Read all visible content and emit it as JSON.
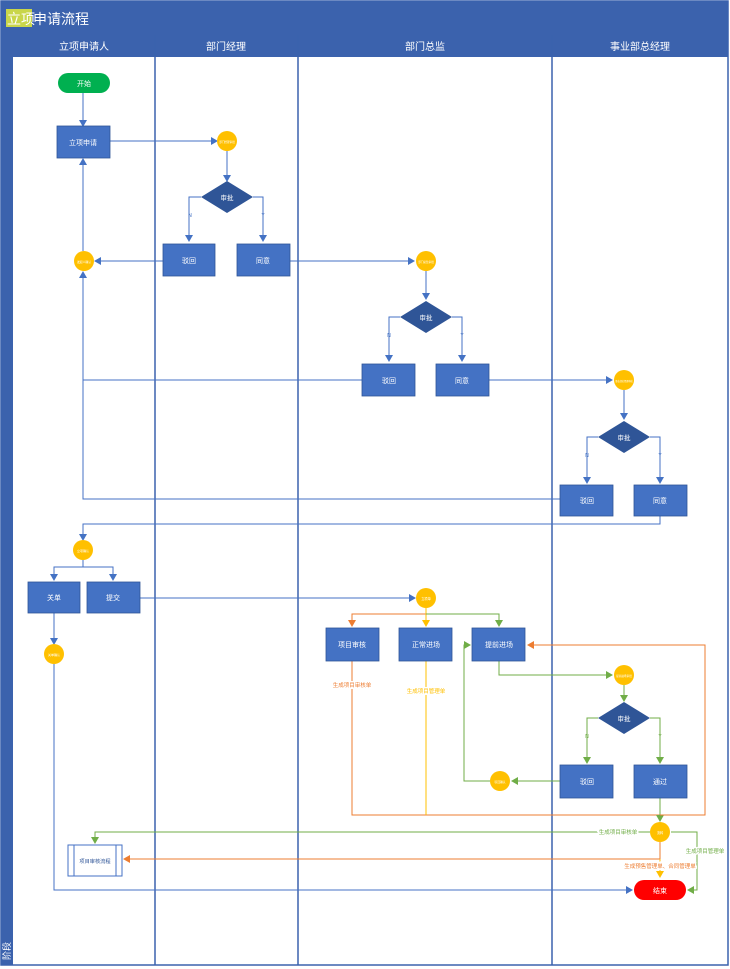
{
  "title": {
    "highlight": "立项",
    "rest": "申请流程"
  },
  "phase_label": "阶段",
  "lanes": [
    "立项申请人",
    "部门经理",
    "部门总监",
    "事业部总经理"
  ],
  "colors": {
    "header": "#3b62ad",
    "lane_line": "#3b62ad",
    "process": "#4472c4",
    "decision": "#2f5597",
    "connector": "#ffc000",
    "start": "#00b050",
    "end": "#ff0000",
    "flow_blue": "#4472c4",
    "flow_green": "#70ad47",
    "flow_orange": "#ed7d31",
    "flow_yellow": "#ffc000",
    "title_highlight": "#c9d64a"
  },
  "nodes": {
    "start": "开始",
    "apply": "立项申请",
    "c1": "部门经理审批",
    "d1": "审批",
    "reject1": "驳回",
    "agree1": "同意",
    "c2": "发起人确认",
    "c3": "部门总监审批",
    "d2": "审批",
    "reject2": "驳回",
    "agree2": "同意",
    "c4": "事业部总经理审批",
    "d3": "审批",
    "reject3": "驳回",
    "agree3": "同意",
    "c5": "立项确认",
    "close": "关单",
    "submit": "提交",
    "c6": "关单确认",
    "c7": "立项单",
    "review": "项目审核",
    "normal": "正常进场",
    "early": "提前进场",
    "c8": "提前进场审批",
    "d4": "审批",
    "reject4": "驳回",
    "pass": "通过",
    "c9": "驳回确认",
    "c10": "流转",
    "flowdoc": "项目审核流程",
    "end": "结束"
  },
  "edge_labels": {
    "n": "N",
    "y": "Y",
    "gen_review": "生成项目审核单",
    "gen_manage": "生成项目管理单",
    "gen_review2": "生成项目审核单",
    "gen_manage2": "生成项目管理单",
    "gen_pre": "生成预售管理单、合同管理单"
  }
}
